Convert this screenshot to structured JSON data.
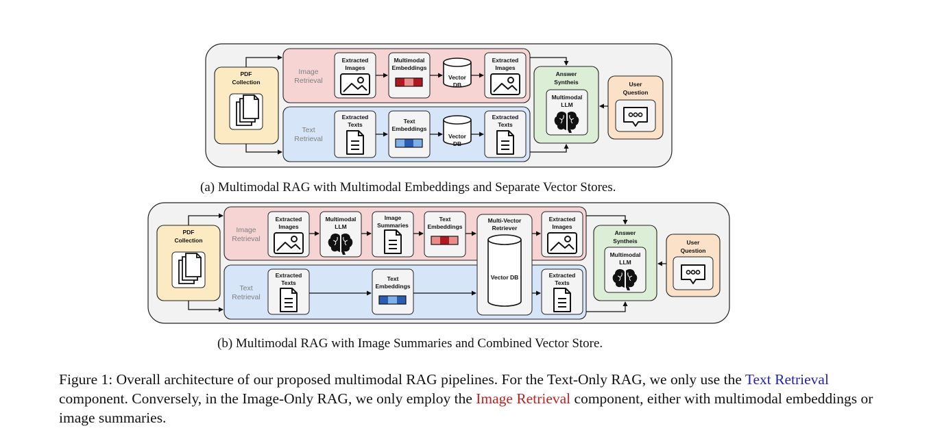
{
  "diagram_a": {
    "pdf_label": [
      "PDF",
      "Collection"
    ],
    "image_section": [
      "Image",
      "Retrieval"
    ],
    "text_section": [
      "Text",
      "Retrieval"
    ],
    "extracted_images": [
      "Extracted",
      "Images"
    ],
    "multimodal_embeddings": [
      "Multimodal",
      "Embeddings"
    ],
    "vector_db": [
      "Vector",
      "DB"
    ],
    "extracted_images_out": [
      "Extracted",
      "Images"
    ],
    "extracted_texts": [
      "Extracted",
      "Texts"
    ],
    "text_embeddings": [
      "Text",
      "Embeddings"
    ],
    "vector_db_text": [
      "Vector",
      "DB"
    ],
    "extracted_texts_out": [
      "Extracted",
      "Texts"
    ],
    "answer": [
      "Answer",
      "Syntheis"
    ],
    "llm": [
      "Multimodal",
      "LLM"
    ],
    "user": [
      "User",
      "Question"
    ],
    "caption": "(a) Multimodal RAG with Multimodal Embeddings and Separate Vector Stores."
  },
  "diagram_b": {
    "pdf_label": [
      "PDF",
      "Collection"
    ],
    "image_section": [
      "Image",
      "Retrieval"
    ],
    "text_section": [
      "Text",
      "Retrieval"
    ],
    "extracted_images": [
      "Extracted",
      "Images"
    ],
    "multimodal_llm": [
      "Multimodal",
      "LLM"
    ],
    "image_summaries": [
      "Image",
      "Summaries"
    ],
    "text_embeddings_img": [
      "Text",
      "Embeddings"
    ],
    "retriever": [
      "Multi-Vector",
      "Retriever"
    ],
    "vector_db": "Vector DB",
    "extracted_images_out": [
      "Extracted",
      "Images"
    ],
    "extracted_texts": [
      "Extracted",
      "Texts"
    ],
    "text_embeddings": [
      "Text",
      "Embeddings"
    ],
    "extracted_texts_out": [
      "Extracted",
      "Texts"
    ],
    "answer": [
      "Answer",
      "Syntheis"
    ],
    "llm": [
      "Multimodal",
      "LLM"
    ],
    "user": [
      "User",
      "Question"
    ],
    "caption": "(b) Multimodal RAG with Image Summaries and Combined Vector Store."
  },
  "figure_caption": {
    "part1": "Figure 1: Overall architecture of our proposed multimodal RAG pipelines. For the Text-Only RAG, we only use the ",
    "text_retrieval": "Text Retrieval",
    "part2": " component. Conversely, in the Image-Only RAG, we only employ the ",
    "image_retrieval": "Image Retrieval",
    "part3": " component, either with multimodal embeddings or image summaries."
  },
  "colors": {
    "panel": "#f2f2f2",
    "image_bg": "#f7d4d4",
    "image_border": "#d88a8a",
    "text_bg": "#d6e5f8",
    "text_border": "#6f93c8",
    "pdf_bg": "#fcebc2",
    "pdf_border": "#d9b25c",
    "answer_bg": "#dcefd6",
    "answer_border": "#8bbf7f",
    "user_bg": "#fbe1c8",
    "user_border": "#d6a06a",
    "red_dark": "#b01822",
    "red_light": "#e88c8c",
    "blue_dark": "#2a5db0",
    "blue_light": "#7fb0e8",
    "caption_blue": "#1f1fbf",
    "caption_red": "#c41e1e"
  }
}
